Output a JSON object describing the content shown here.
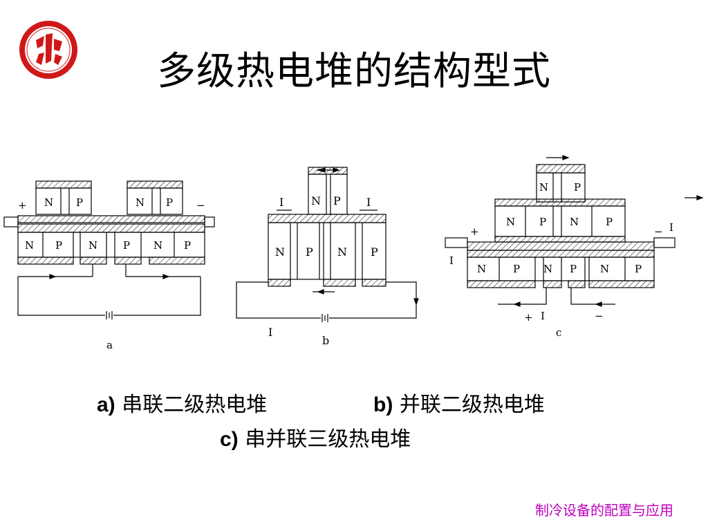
{
  "slide": {
    "title": "多级热电堆的结构型式",
    "footer": "制冷设备的配置与应用"
  },
  "captions": {
    "a": {
      "letter": "a)",
      "text": "串联二级热电堆"
    },
    "b": {
      "letter": "b)",
      "text": "并联二级热电堆"
    },
    "c": {
      "letter": "c)",
      "text": "串并联三级热电堆"
    }
  },
  "diagrams": {
    "a": {
      "label": "a",
      "plus": "+",
      "minus": "−",
      "pellets_top": [
        "N",
        "P",
        "N",
        "P"
      ],
      "pellets_bottom": [
        "N",
        "P",
        "N",
        "P",
        "N",
        "P"
      ]
    },
    "b": {
      "label": "b",
      "current": "I",
      "pellets_top": [
        "N",
        "P"
      ],
      "pellets_bottom": [
        "N",
        "P",
        "N",
        "P"
      ]
    },
    "c": {
      "label": "c",
      "current": "I",
      "plus": "+",
      "minus": "−",
      "pellets_top": [
        "N",
        "P"
      ],
      "pellets_mid": [
        "N",
        "P",
        "N",
        "P"
      ],
      "pellets_bottom": [
        "N",
        "P",
        "N",
        "P",
        "N",
        "P"
      ]
    }
  },
  "colors": {
    "line": "#000000",
    "footer": "#c000c0",
    "logo": "#d01818"
  }
}
